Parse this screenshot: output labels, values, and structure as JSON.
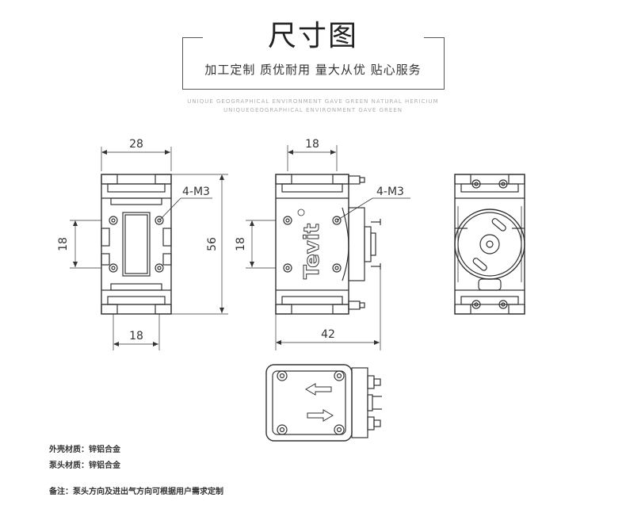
{
  "header": {
    "title": "尺寸图",
    "subtitle": "加工定制 质优耐用 量大从优 贴心服务",
    "english_line1": "UNIQUE GEOGRAPHICAL ENVIRONMENT GAVE GREEN NATURAL HERICIUM",
    "english_line2": "UNIQUEGEOGRAPHICAL ENVIRONMENT GAVE GREEN"
  },
  "dimensions": {
    "front_width": "28",
    "front_hole_spacing_v": "18",
    "front_height": "56",
    "front_hole_spacing_h": "18",
    "front_thread": "4-M3",
    "side_top_width": "18",
    "side_hole_spacing_v": "18",
    "side_thread": "4-M3",
    "side_length": "42"
  },
  "brand": "Tevit",
  "notes": {
    "shell_material": "外壳材质：锌铝合金",
    "pump_head_material": "泵头材质：锌铝合金",
    "remark": "备注：泵头方向及进出气方向可根据用户需求定制"
  }
}
